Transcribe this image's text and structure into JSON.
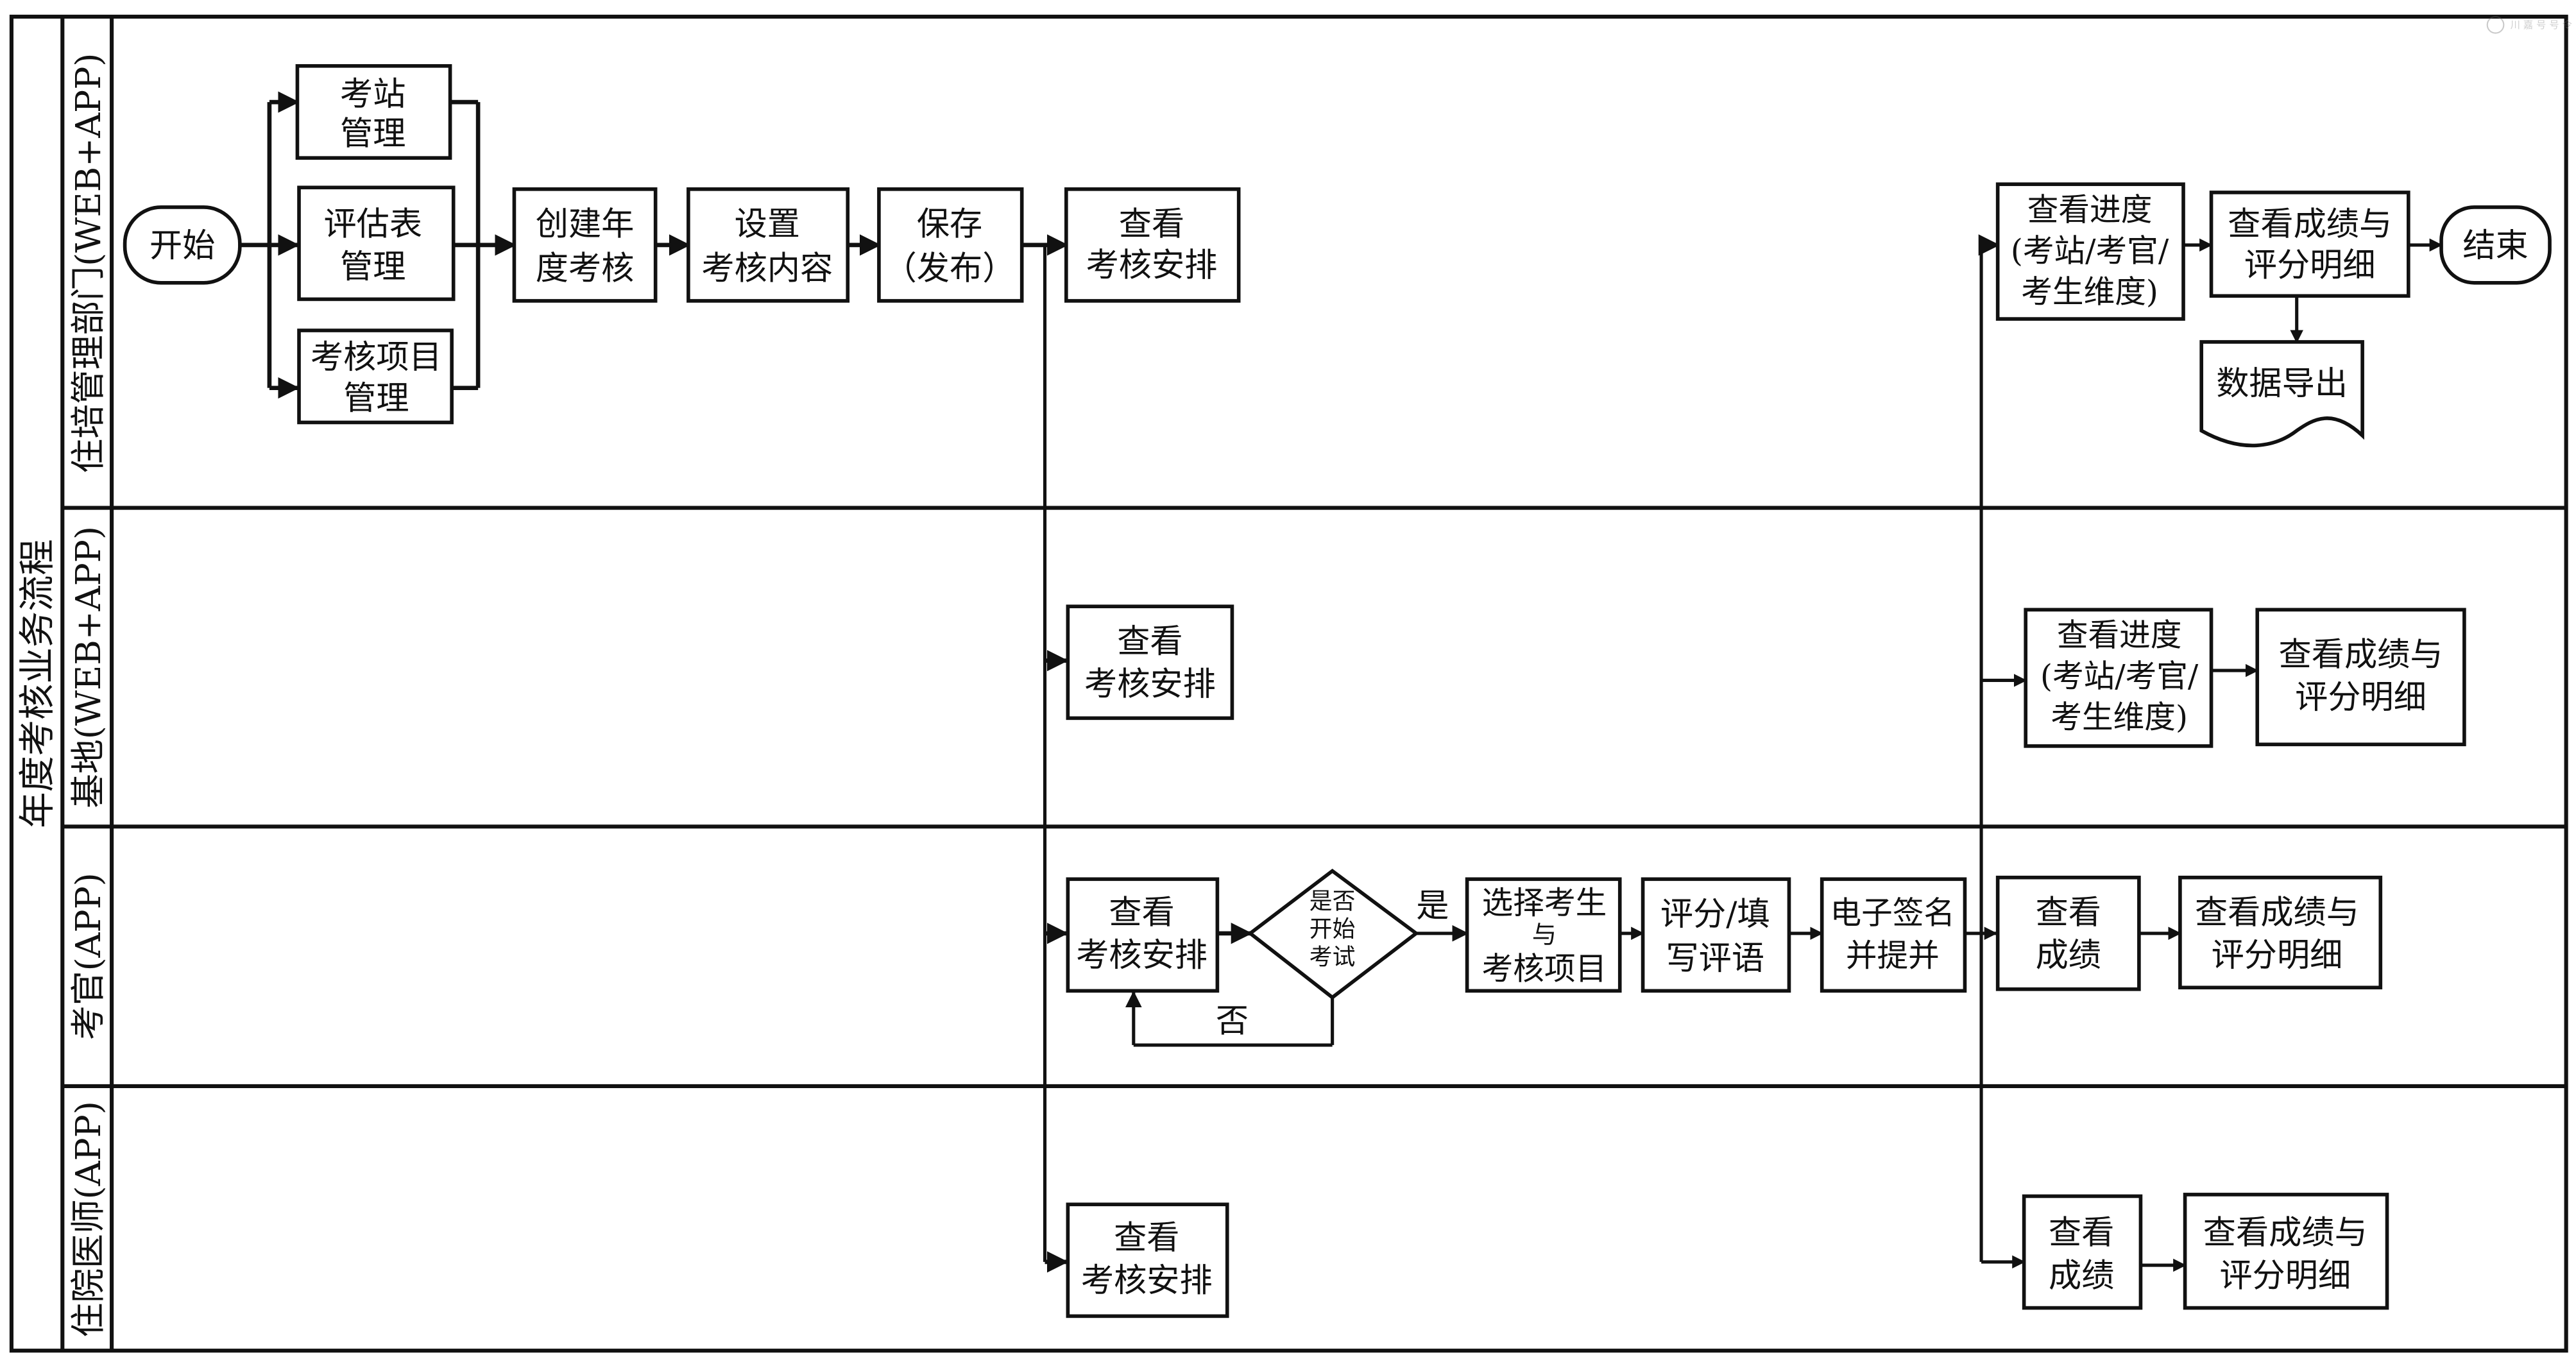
{
  "title": "年度考核业务流程",
  "lanes": [
    {
      "label": "住培管理部门(WEB+APP)"
    },
    {
      "label": "基地(WEB+APP)"
    },
    {
      "label": "考官(APP)"
    },
    {
      "label": "住院医师(APP)"
    }
  ],
  "watermark": "川 嘉 号 号 令",
  "nodes": {
    "start": "开始",
    "station_mgmt": [
      "考站",
      "管理"
    ],
    "form_mgmt": [
      "评估表",
      "管理"
    ],
    "item_mgmt": [
      "考核项目",
      "管理"
    ],
    "create": [
      "创建年",
      "度考核"
    ],
    "set_content": [
      "设置",
      "考核内容"
    ],
    "save_publish": [
      "保存",
      "（发布）"
    ],
    "view_schedule_admin": [
      "查看",
      "考核安排"
    ],
    "view_progress_admin": [
      "查看进度",
      "(考站/考官/",
      "考生维度)"
    ],
    "view_scores_admin": [
      "查看成绩与",
      "评分明细"
    ],
    "end": "结束",
    "export": "数据导出",
    "view_schedule_base": [
      "查看",
      "考核安排"
    ],
    "view_progress_base": [
      "查看进度",
      "(考站/考官/",
      "考生维度)"
    ],
    "view_scores_base": [
      "查看成绩与",
      "评分明细"
    ],
    "view_schedule_examiner": [
      "查看",
      "考核安排"
    ],
    "decision": [
      "是否",
      "开始",
      "考试"
    ],
    "yes_label": "是",
    "no_label": "否",
    "select_student": [
      "选择考生",
      "与",
      "考核项目"
    ],
    "score_comment": [
      "评分/填",
      "写评语"
    ],
    "sign_submit": [
      "电子签名",
      "并提并"
    ],
    "view_result_examiner": [
      "查看",
      "成绩"
    ],
    "view_scores_examiner": [
      "查看成绩与",
      "评分明细"
    ],
    "view_schedule_resident": [
      "查看",
      "考核安排"
    ],
    "view_result_resident": [
      "查看",
      "成绩"
    ],
    "view_scores_resident": [
      "查看成绩与",
      "评分明细"
    ]
  }
}
